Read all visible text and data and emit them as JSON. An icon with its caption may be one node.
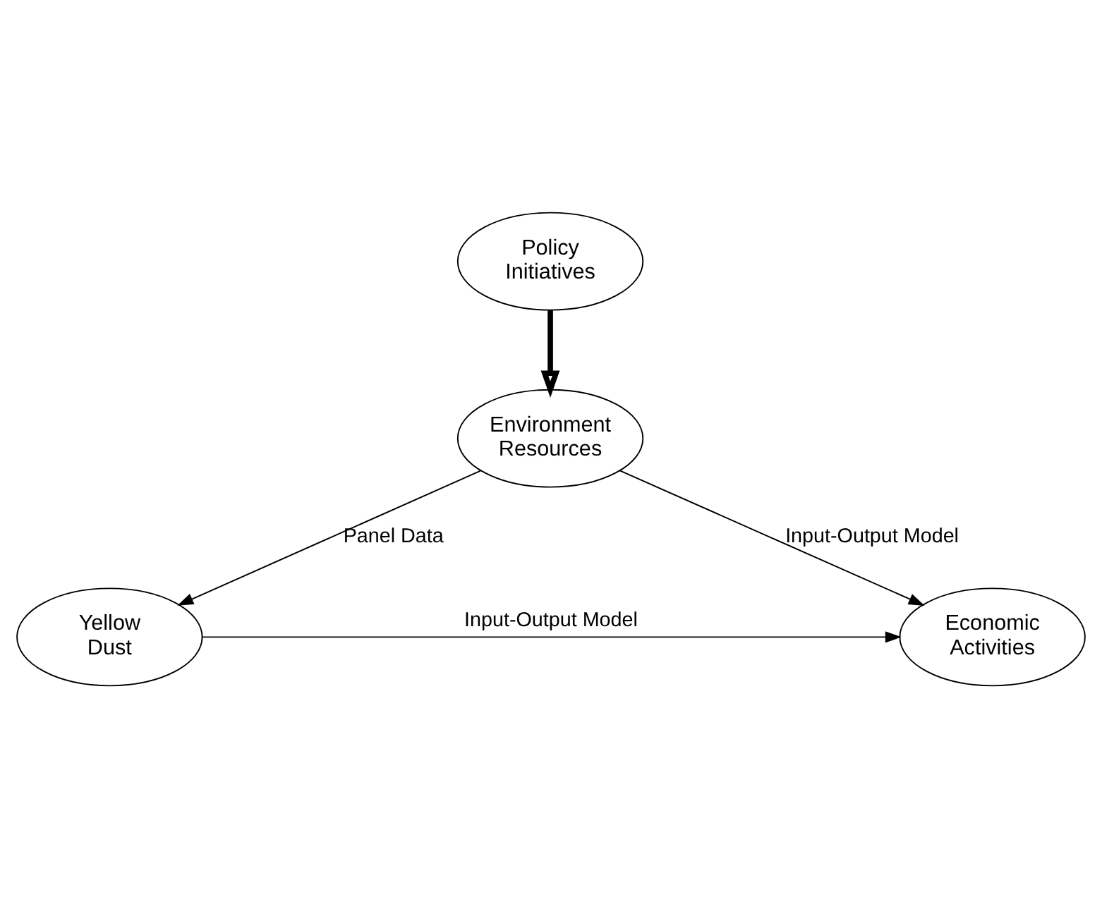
{
  "diagram": {
    "nodes": [
      {
        "text": [
          "Policy Initiatives"
        ]
      },
      {
        "text": [
          "Environment Resources"
        ]
      },
      {
        "text": [
          "Yellow Dust"
        ]
      },
      {
        "text": [
          "Economic Activities"
        ]
      }
    ],
    "edges": [
      {
        "from": 0,
        "to": 1,
        "arrow": "to",
        "style": "thick"
      },
      {
        "from": 1,
        "to": 2,
        "arrow": "to",
        "label": "Panel Data"
      },
      {
        "from": 1,
        "to": 3,
        "arrow": "to",
        "label": "Input-Output Model"
      },
      {
        "from": 2,
        "to": 3,
        "arrow": "to",
        "label": "Input-Output Model"
      }
    ]
  }
}
